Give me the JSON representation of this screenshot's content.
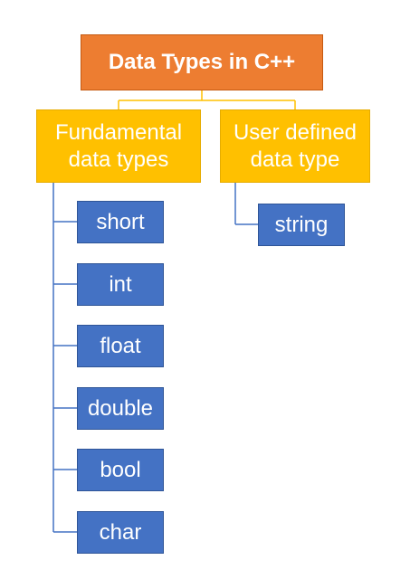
{
  "root": {
    "label": "Data Types in C++"
  },
  "fundamental": {
    "label_line1": "Fundamental",
    "label_line2": "data types",
    "children": [
      "short",
      "int",
      "float",
      "double",
      "bool",
      "char"
    ]
  },
  "user_defined": {
    "label_line1": "User defined",
    "label_line2": "data type",
    "children": [
      "string"
    ]
  },
  "colors": {
    "root": "#ed7d31",
    "category": "#ffc000",
    "leaf": "#4472c4",
    "connector_orange": "#ffc000",
    "connector_blue": "#4472c4"
  }
}
